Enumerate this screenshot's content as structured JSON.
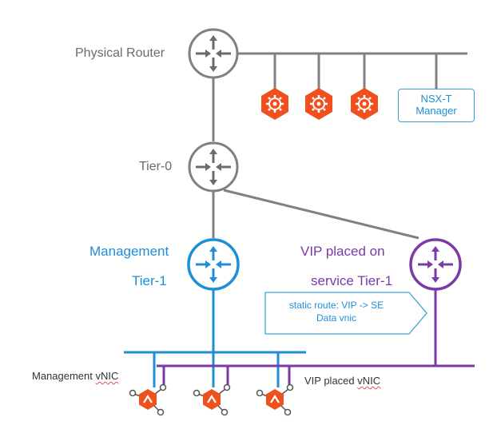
{
  "labels": {
    "physical_router": "Physical Router",
    "tier0": "Tier-0",
    "management_line1": "Management",
    "management_line2": "Tier-1",
    "vip_line1": "VIP placed on",
    "vip_line2": "service Tier-1",
    "nsx_manager_line1": "NSX-T",
    "nsx_manager_line2": "Manager",
    "static_route_line1": "static route: VIP -> SE",
    "static_route_line2": "Data vnic",
    "management_vnic_prefix": "Management ",
    "management_vnic_squiggle": "vNIC",
    "vip_vnic_prefix": "VIP placed ",
    "vip_vnic_squiggle": "vNIC"
  },
  "colors": {
    "gray": "#808080",
    "blue": "#1e8fd6",
    "purple": "#7b3aa8",
    "orange": "#f0501e",
    "light_blue": "#3aa3dc"
  },
  "icons": {
    "router": "router-icon",
    "edge_node": "gear-hexagon-icon",
    "service_engine": "service-engine-icon"
  }
}
